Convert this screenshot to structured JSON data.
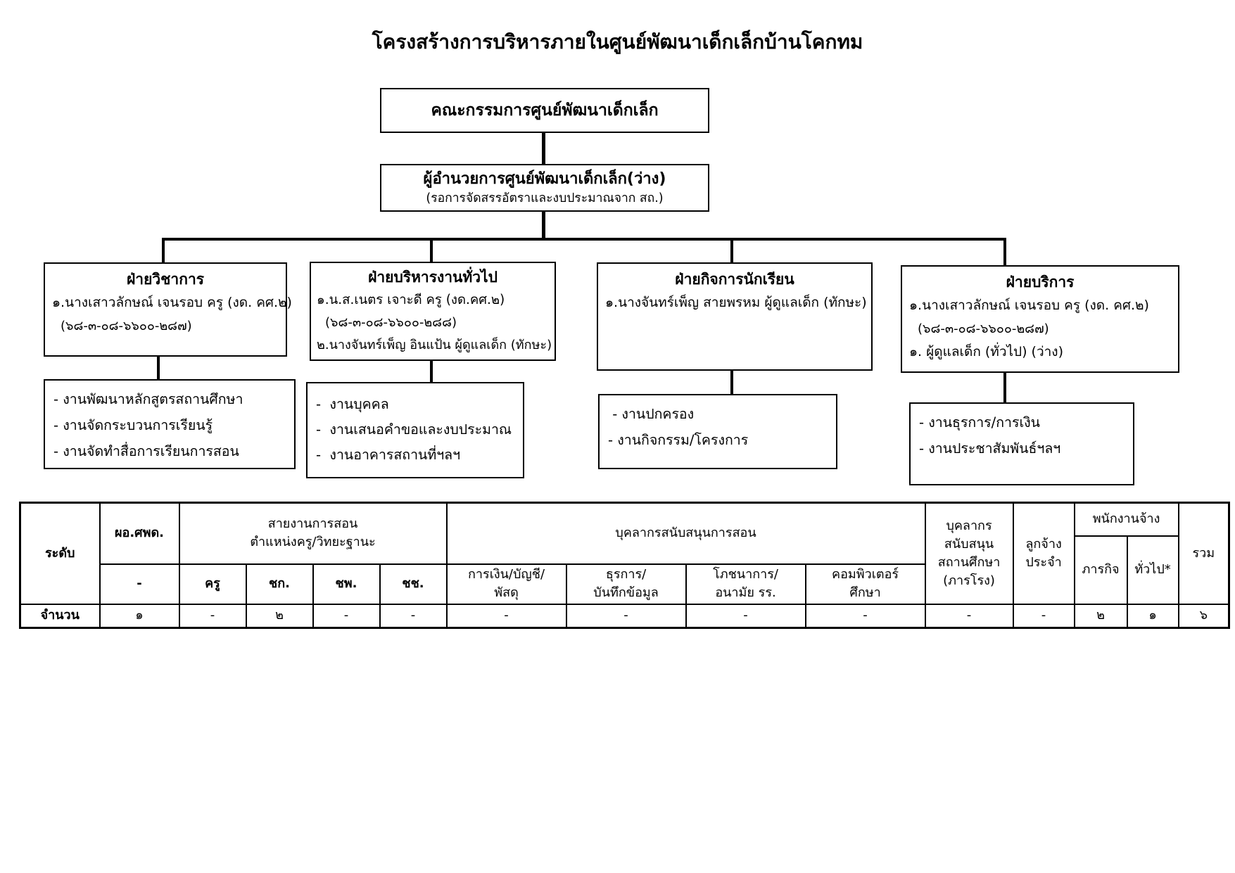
{
  "page_title": "โครงสร้างการบริหารภายในศูนย์พัฒนาเด็กเล็กบ้านโคกทม",
  "org_chart": {
    "committee_box": "คณะกรรมการศูนย์พัฒนาเด็กเล็ก",
    "director_box": {
      "title": "ผู้อำนวยการศูนย์พัฒนาเด็กเล็ก(ว่าง)",
      "subtitle": "(รอการจัดสรรอัตราและงบประมาณจาก สถ.)"
    },
    "departments": [
      {
        "title": "ฝ่ายวิชาการ",
        "staff": [
          "๑.นางเสาวลักษณ์ เจนรอบ ครู (งด. คศ.๒)",
          "(๖๘-๓-๐๘-๖๖๐๐-๒๘๗)"
        ],
        "tasks": [
          "- งานพัฒนาหลักสูตรสถานศึกษา",
          "- งานจัดกระบวนการเรียนรู้",
          "- งานจัดทำสื่อการเรียนการสอน"
        ]
      },
      {
        "title": "ฝ่ายบริหารงานทั่วไป",
        "staff": [
          "๑.น.ส.เนตร เจาะดี ครู (งด.คศ.๒)",
          "(๖๘-๓-๐๘-๖๖๐๐-๒๘๘)",
          "๒.นางจันทร์เพ็ญ อินแป้น ผู้ดูแลเด็ก (ทักษะ)"
        ],
        "tasks": [
          "-  งานบุคคล",
          "-  งานเสนอคำขอและงบประมาณ",
          "-  งานอาคารสถานที่ฯลฯ"
        ]
      },
      {
        "title": "ฝ่ายกิจการนักเรียน",
        "staff": [
          "๑.นางจันทร์เพ็ญ สายพรหม ผู้ดูแลเด็ก (ทักษะ)"
        ],
        "tasks": [
          " - งานปกครอง",
          "- งานกิจกรรม/โครงการ"
        ]
      },
      {
        "title": "ฝ่ายบริการ",
        "staff": [
          "๑.นางเสาวลักษณ์ เจนรอบ ครู (งด. คศ.๒)",
          "(๖๘-๓-๐๘-๖๖๐๐-๒๘๗)",
          "๑. ผู้ดูแลเด็ก (ทั่วไป) (ว่าง)"
        ],
        "tasks": [
          "- งานธุรการ/การเงิน",
          "- งานประชาสัมพันธ์ฯลฯ"
        ]
      }
    ]
  },
  "staffing_table": {
    "col_level": "ระดับ",
    "col_director": "ผอ.ศพด.",
    "col_director_sub": "-",
    "teaching_group": [
      "สายงานการสอน",
      "ตำแหน่งครู/วิทยะฐานะ"
    ],
    "teaching_cols": [
      "ครู",
      "ชก.",
      "ชพ.",
      "ชช."
    ],
    "support_group": "บุคลากรสนับสนุนการสอน",
    "support_cols": [
      [
        "การเงิน/บัญชี/",
        "พัสดุ"
      ],
      [
        "ธุรการ/",
        "บันทึกข้อมูล"
      ],
      [
        "โภชนาการ/",
        "อนามัย รร."
      ],
      [
        "คอมพิวเตอร์",
        "ศึกษา"
      ]
    ],
    "school_support": [
      "บุคลากร",
      "สนับสนุน",
      "สถานศึกษา",
      "(ภารโรง)"
    ],
    "permanent": [
      "ลูกจ้าง",
      "ประจำ"
    ],
    "hired_group": "พนักงานจ้าง",
    "hired_cols": [
      "ภารกิจ",
      "ทั่วไป*"
    ],
    "col_total": "รวม",
    "row_label": "จำนวน",
    "values": [
      "๑",
      "-",
      "๒",
      "-",
      "-",
      "-",
      "-",
      "-",
      "-",
      "-",
      "-",
      "๒",
      "๑",
      "๖"
    ]
  }
}
